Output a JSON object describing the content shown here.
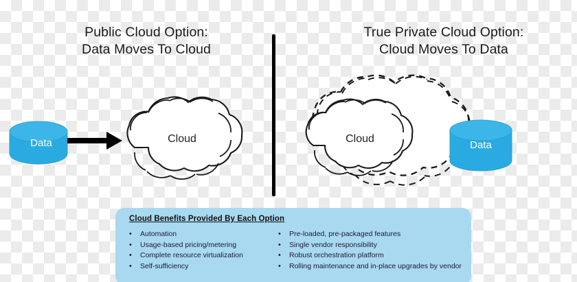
{
  "titles": {
    "left": "Public Cloud Option:\nData Moves To Cloud",
    "right": "True Private Cloud Option:\nCloud Moves To Data"
  },
  "left_panel": {
    "cylinder_label": "Data",
    "cloud_label": "Cloud",
    "arrow_name": "data-moves-to-cloud-arrow"
  },
  "right_panel": {
    "cloud_label": "Cloud",
    "cylinder_label": "Data",
    "outer_cloud_name": "dashed-private-cloud"
  },
  "benefits": {
    "heading": "Cloud Benefits Provided By Each Option",
    "bullet_char": "•",
    "left_column": [
      "Automation",
      "Usage-based pricing/metering",
      "Complete resource virtualization",
      "Self-sufficiency"
    ],
    "right_column": [
      "Pre-loaded, pre-packaged features",
      "Single vendor responsibility",
      "Robust orchestration platform",
      "Rolling maintenance and in-place upgrades by vendor"
    ]
  },
  "colors": {
    "cylinder_blue": "#29abe2",
    "cylinder_blue_top": "#3cb6e8",
    "benefits_box_blue": "#a8d9f0",
    "outline_black": "#1a1a1a",
    "cloud_fill": "#ffffff"
  }
}
